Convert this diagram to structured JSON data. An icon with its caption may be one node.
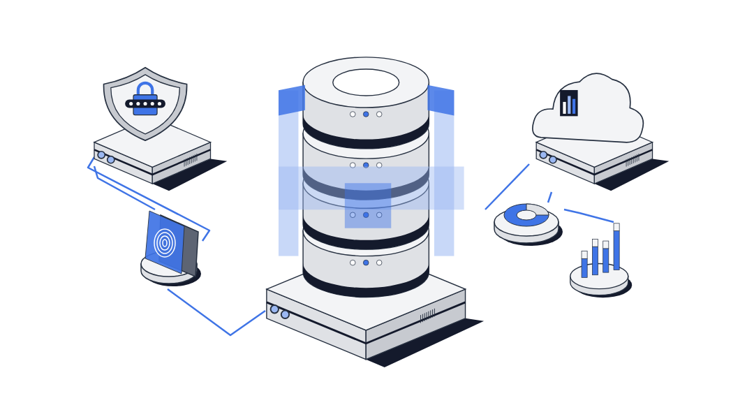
{
  "diagram": {
    "nodes": [
      {
        "text": [],
        "shape": "picture"
      },
      {
        "text": [],
        "shape": "picture"
      },
      {
        "text": [],
        "shape": "picture"
      },
      {
        "text": [],
        "shape": "picture"
      },
      {
        "text": [],
        "shape": "picture"
      },
      {
        "text": [],
        "shape": "picture"
      }
    ],
    "edges": [
      {
        "from": 0,
        "to": 3,
        "arrow": "none"
      },
      {
        "from": 0,
        "to": 3,
        "arrow": "none"
      },
      {
        "from": 3,
        "to": 1,
        "arrow": "none"
      },
      {
        "from": 1,
        "to": 2,
        "arrow": "none"
      },
      {
        "from": 2,
        "to": 4,
        "arrow": "none"
      },
      {
        "from": 4,
        "to": 5,
        "arrow": "none"
      }
    ]
  }
}
